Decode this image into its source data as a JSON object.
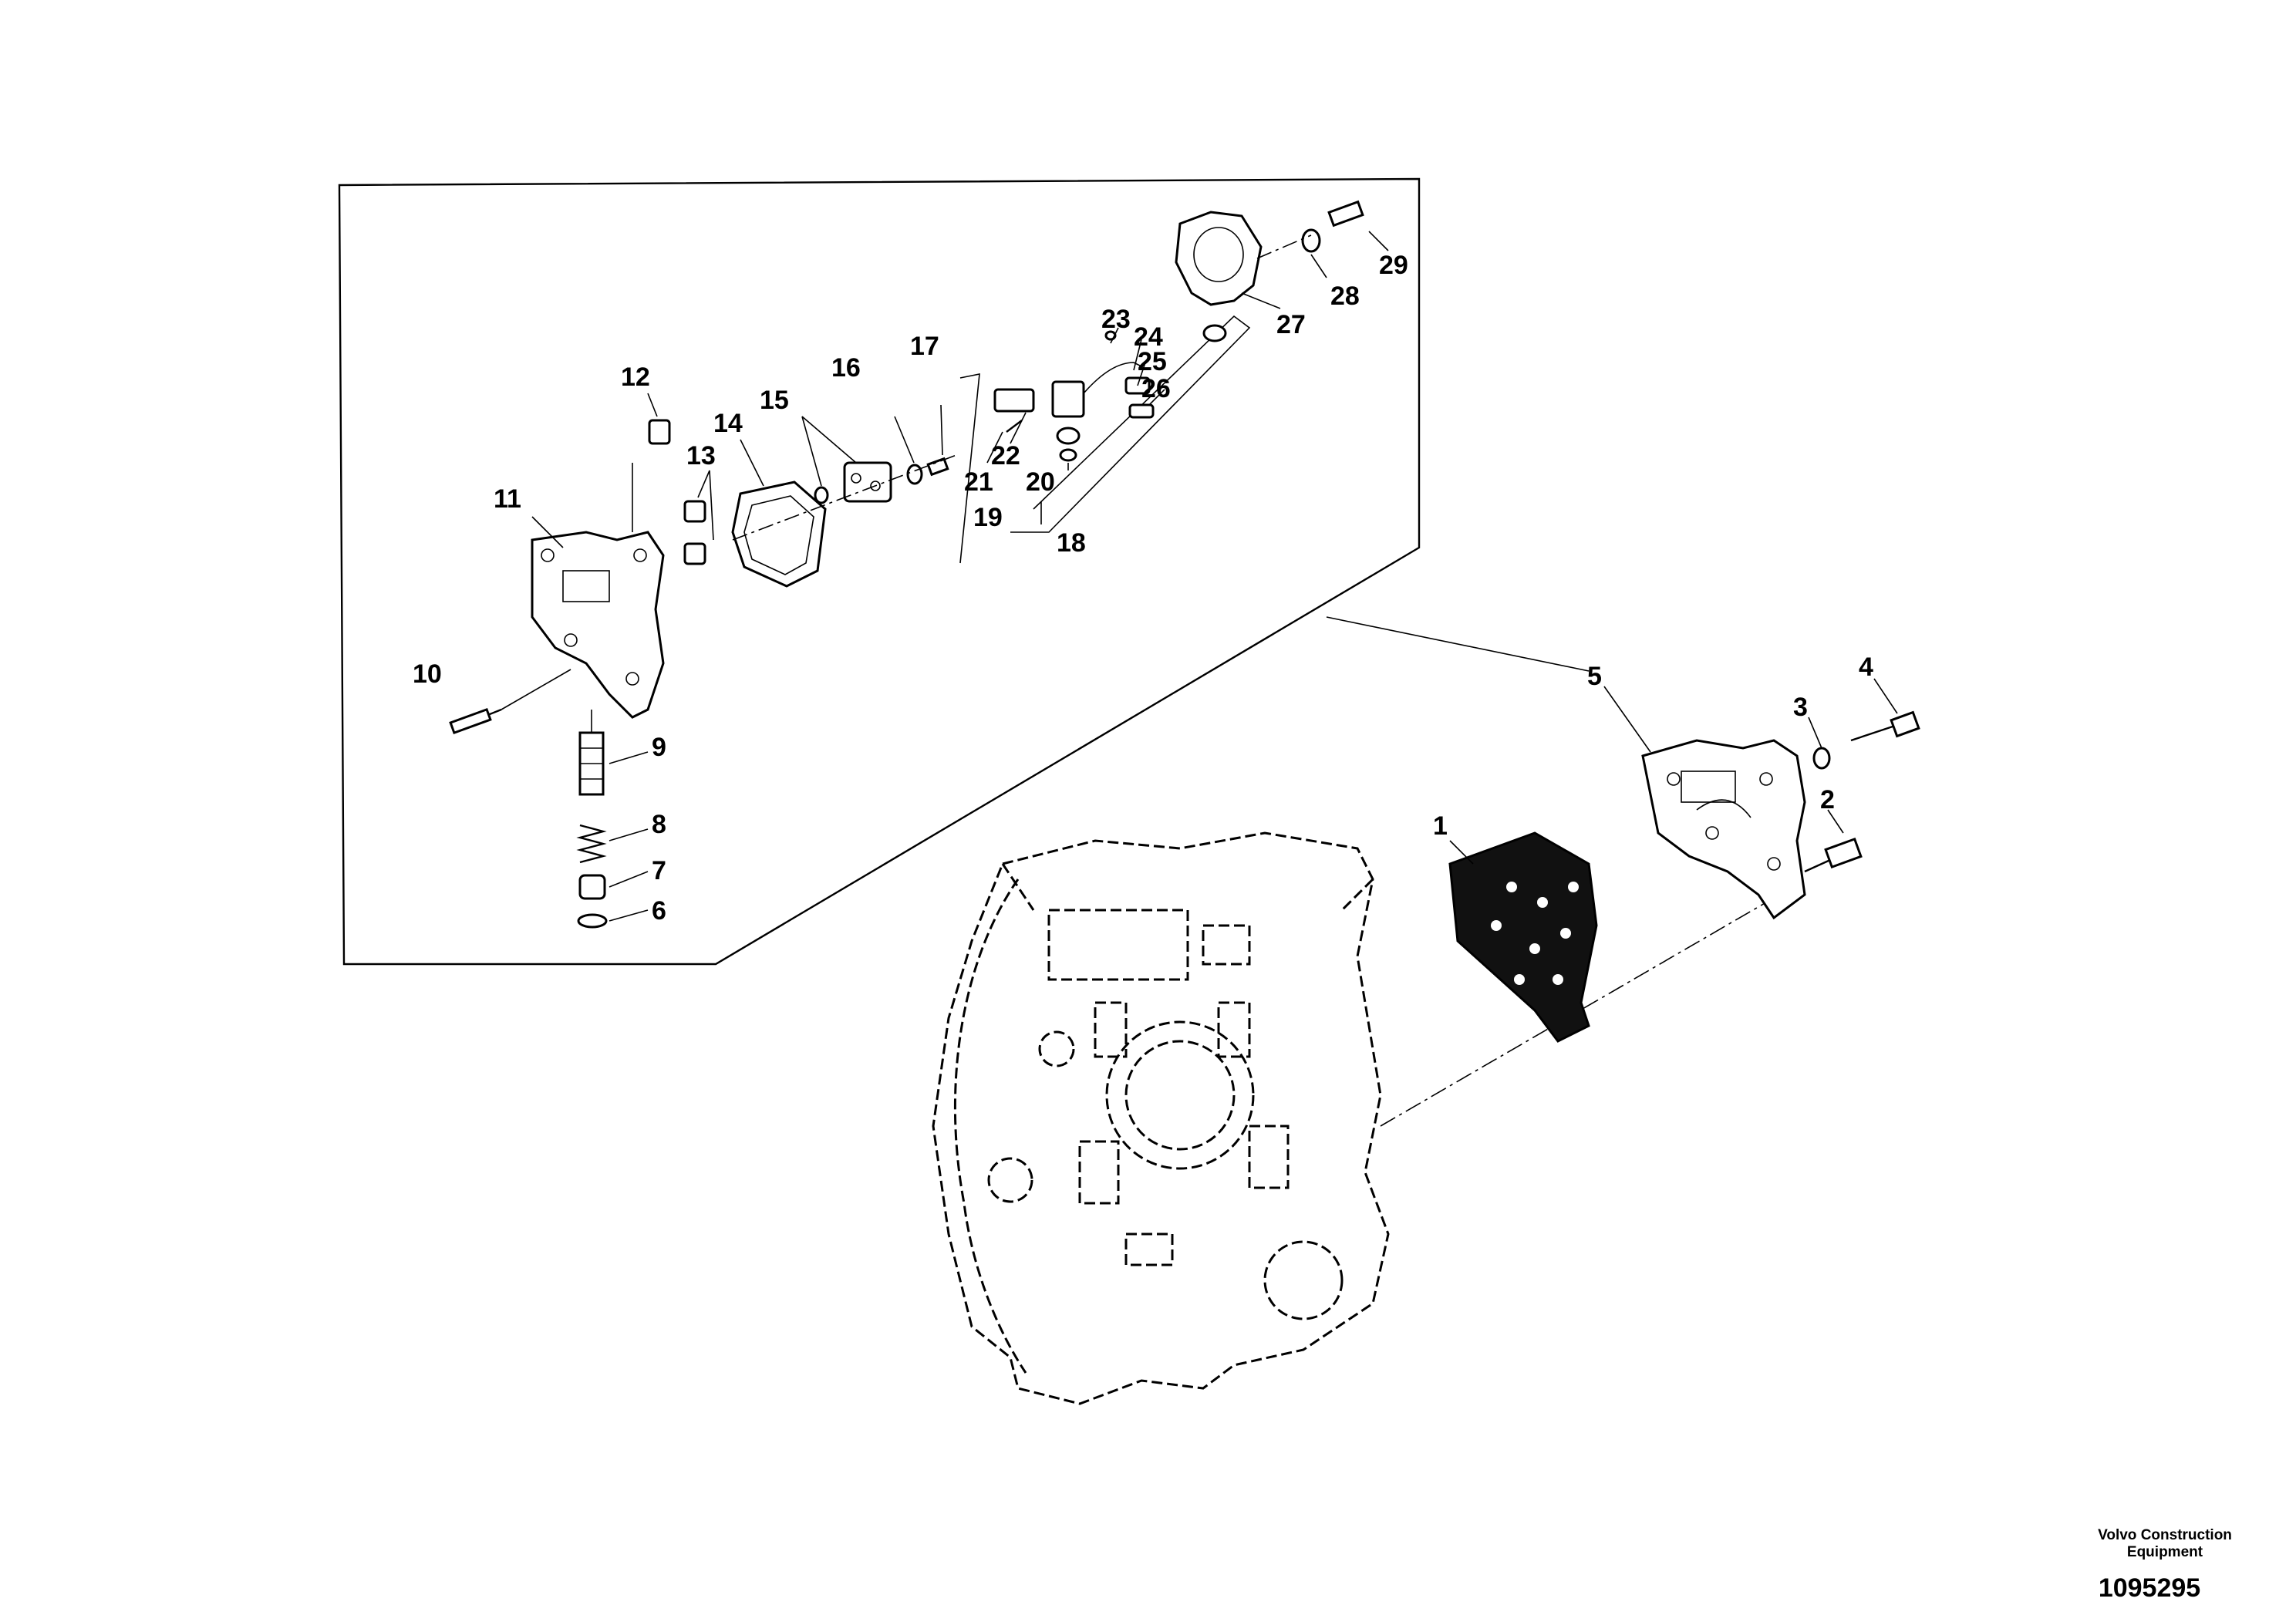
{
  "footer": {
    "maker_line1": "Volvo Construction",
    "maker_line2": "Equipment",
    "drawing_number": "1095295"
  },
  "callouts": {
    "c1": "1",
    "c2": "2",
    "c3": "3",
    "c4": "4",
    "c5": "5",
    "c6": "6",
    "c7": "7",
    "c8": "8",
    "c9": "9",
    "c10": "10",
    "c11": "11",
    "c12": "12",
    "c13": "13",
    "c14": "14",
    "c15": "15",
    "c16": "16",
    "c17": "17",
    "c18": "18",
    "c19": "19",
    "c20": "20",
    "c21": "21",
    "c22": "22",
    "c23": "23",
    "c24": "24",
    "c25": "25",
    "c26": "26",
    "c27": "27",
    "c28": "28",
    "c29": "29"
  }
}
